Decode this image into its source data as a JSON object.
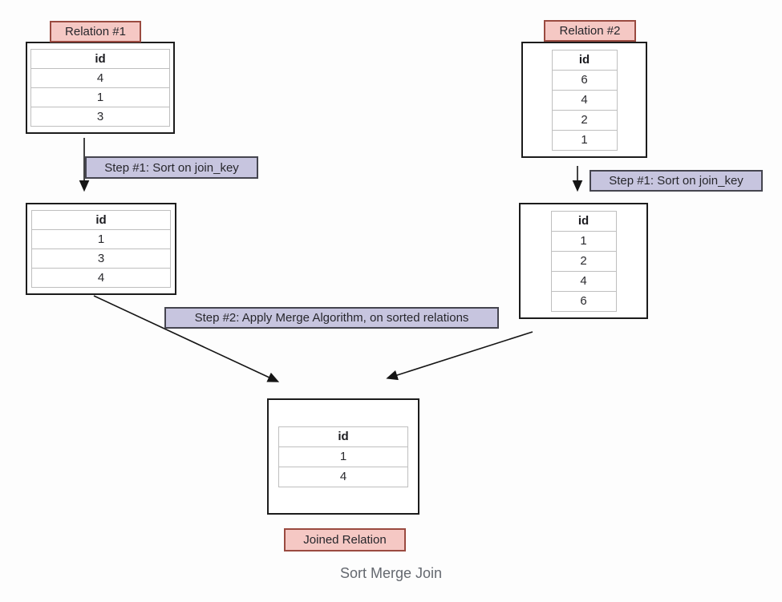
{
  "title": "Sort Merge Join",
  "colors": {
    "relation_tag_bg": "#f5c8c4",
    "relation_tag_border": "#9a4a40",
    "step_tag_bg": "#c7c5df",
    "step_tag_border": "#45454f",
    "table_border": "#1c1c1c",
    "cell_border": "#bfbfbf",
    "caption_text": "#64686f"
  },
  "relation1": {
    "label": "Relation #1",
    "column": "id",
    "rows": [
      "4",
      "1",
      "3"
    ]
  },
  "relation1_sorted": {
    "column": "id",
    "rows": [
      "1",
      "3",
      "4"
    ]
  },
  "relation2": {
    "label": "Relation #2",
    "column": "id",
    "rows": [
      "6",
      "4",
      "2",
      "1"
    ]
  },
  "relation2_sorted": {
    "column": "id",
    "rows": [
      "1",
      "2",
      "4",
      "6"
    ]
  },
  "joined": {
    "label": "Joined Relation",
    "column": "id",
    "rows": [
      "1",
      "4"
    ]
  },
  "steps": {
    "step1_left": "Step #1: Sort on join_key",
    "step1_right": "Step #1: Sort on join_key",
    "step2": "Step #2: Apply Merge Algorithm, on sorted relations"
  }
}
